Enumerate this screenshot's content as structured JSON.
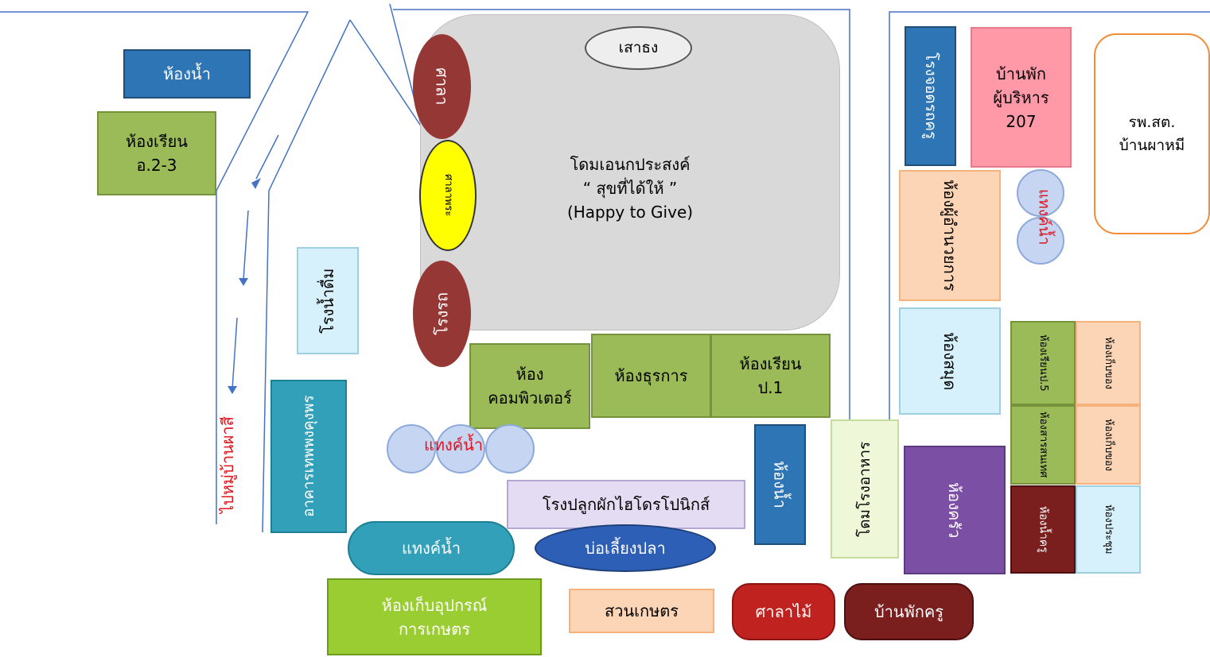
{
  "labels": {
    "flagpole": "เสาธง",
    "dome_line1": "โดมเอนกประสงค์",
    "dome_line2": "“ สุขที่ได้ให้ ”",
    "dome_line3": "(Happy to Give)",
    "sala": "ศาลา",
    "shrine": "ศาลาพระ",
    "garage": "โรงรถ",
    "restroom_top": "ห้องน้ำ",
    "classroom_k_line1": "ห้องเรียน",
    "classroom_k_line2": "อ.2-3",
    "drinking_house": "โรงน้ำดื่ม",
    "to_village": "ไปหมู่บ้านผาสี",
    "honor_building": "อาคารเทพพงคุงพร",
    "computer_line1": "ห้อง",
    "computer_line2": "คอมพิวเตอร์",
    "admin_office": "ห้องธุรการ",
    "classroom_p1_line1": "ห้องเรียน",
    "classroom_p1_line2": "ป.1",
    "water_tank_left": "แทงค์น้ำ",
    "hydroponics": "โรงปลูกผักไฮโดรโปนิกส์",
    "water_tank_pill": "แทงค์น้ำ",
    "fish_pond": "บ่อเลี้ยงปลา",
    "restroom_mid": "ห้องน้ำ",
    "cafeteria": "โดมโรงอาหาร",
    "equipment_line1": "ห้องเก็บอุปกรณ์",
    "equipment_line2": "การเกษตร",
    "garden": "สวนเกษตร",
    "wood_sala": "ศาลาไม้",
    "teacher_house": "บ้านพักครู",
    "teacher_carport": "โรงจอดรถครู",
    "exec_house_line1": "บ้านพัก",
    "exec_house_line2": "ผู้บริหาร",
    "exec_house_line3": "207",
    "hospital_line1": "รพ.สต.",
    "hospital_line2": "บ้านผาหมี",
    "director_room_line1": "ห้อง",
    "director_room_line2": "ผู้อำนวยการ",
    "water_tank_right": "แทงค์น้ำ",
    "library": "ห้องสมุด",
    "classroom_p5_line1": "ห้องเรียน",
    "classroom_p5_line2": "ป.5",
    "storage_a_line1": "ห้องเก็บ",
    "storage_a_line2": "ของ",
    "it_room_line1": "ห้อง",
    "it_room_line2": "สารสนเทศ",
    "storage_b_line1": "ห้องเก็บ",
    "storage_b_line2": "ของ",
    "kitchen": "ห้องครัว",
    "teacher_restroom": "ห้องน้ำครู",
    "meeting_line1": "ห้อง",
    "meeting_line2": "ประชุม"
  },
  "colors": {
    "road": "#4472c4",
    "dome": "#d9d9d9",
    "sala": "#953735",
    "shrine": "#ffff00",
    "label_red": "#e0141c"
  }
}
